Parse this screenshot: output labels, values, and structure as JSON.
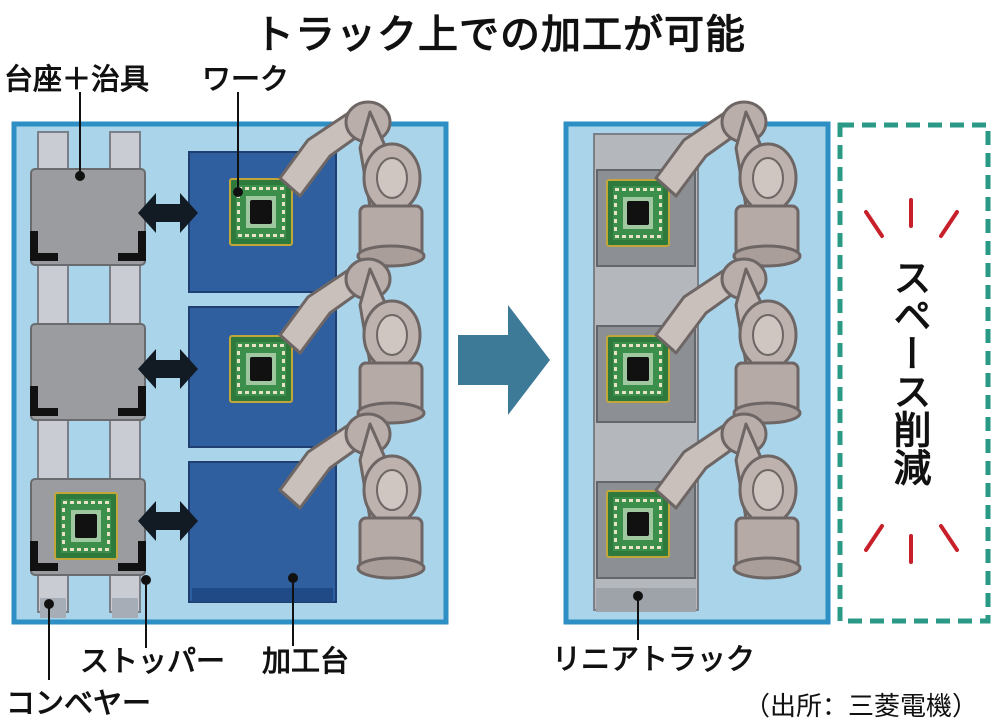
{
  "title": "トラック上での加工が可能",
  "labels": {
    "base_jig": "台座＋治具",
    "workpiece": "ワーク",
    "stopper": "ストッパー",
    "processing_table": "加工台",
    "conveyor": "コンベヤー",
    "linear_track": "リニアトラック",
    "space_saving": "スペース削減"
  },
  "source": "（出所：三菱電機）",
  "colors": {
    "panel_bg": "#a9d4ea",
    "panel_border": "#2e8fc4",
    "table_blue": "#2f5f9e",
    "base_gray": "#9a9b9d",
    "arrow_big": "#3d7a98",
    "dashed_green": "#2a9a86",
    "burst_red": "#c8202a",
    "robot": "#b6aaa6"
  },
  "icons": {
    "robot_arm": "industrial-robot-arm-icon",
    "chip": "ic-chip-icon",
    "double_arrow": "double-arrow-icon",
    "transition_arrow": "right-arrow-icon"
  }
}
